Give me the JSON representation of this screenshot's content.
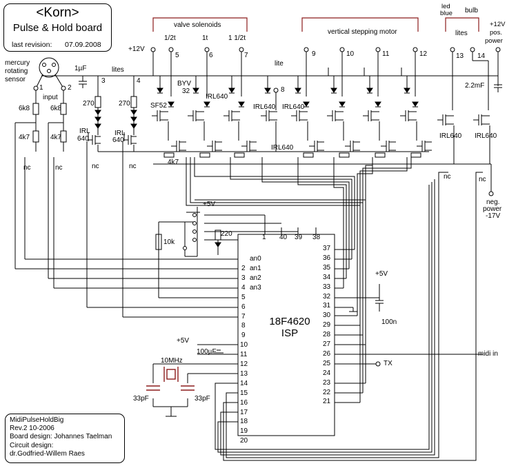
{
  "title": {
    "name": "<Korn>",
    "subtitle": "Pulse & Hold board",
    "revision_label": "last revision:",
    "revision_date": "07.09.2008"
  },
  "credits": {
    "board_name": "MidiPulseHoldBig",
    "rev": "Rev.2 10-2006",
    "board_design": "Board design:  Johannes Taelman",
    "circuit_label": "Circuit design:",
    "circuit_author": "dr.Godfried-Willem Raes"
  },
  "groups": {
    "valve": "valve solenoids",
    "motor": "vertical stepping motor",
    "lites": "lites"
  },
  "header_labels": {
    "p12v": "+12V",
    "c5": "5",
    "c6": "6",
    "c7": "7",
    "c9": "9",
    "c10": "10",
    "c11": "11",
    "c12": "12",
    "c13": "13",
    "c14": "14",
    "half": "1/2t",
    "one": "1t",
    "oneh": "1 1/2t",
    "led": "led",
    "blue": "blue",
    "bulb": "bulb",
    "pos_power_1": "+12V",
    "pos_power_2": "pos.",
    "pos_power_3": "power",
    "lites_top": "lites",
    "lite": "lite",
    "uf1": "1µF",
    "mercury_1": "mercury",
    "mercury_2": "rotating",
    "mercury_3": "sensor",
    "in1": "1",
    "in2": "2",
    "input": "input",
    "n3": "3",
    "n4": "4",
    "byv": "BYV",
    "byv32": "32",
    "c8": "8",
    "cap2200": "2.2mF"
  },
  "component_labels": {
    "r6k8": "6k8",
    "r4k7": "4k7",
    "r270": "270",
    "irl": "IRL",
    "irl640_short": "640",
    "irl640": "IRL640",
    "sf52": "SF52",
    "nc": "nc",
    "neg_power_1": "neg.",
    "neg_power_2": "power",
    "neg_power_3": "-17V",
    "plus5v": "+5V",
    "r10k": "10k",
    "r220": "220",
    "cap100n": "100n",
    "cap100uf": "100µF",
    "xtal": "10MHz",
    "c33pf": "33pF",
    "tx": "TX",
    "midi_in": "midi in"
  },
  "chip": {
    "name": "18F4620",
    "sub": "ISP",
    "top_pins": [
      "1",
      "40",
      "39",
      "38"
    ],
    "left_pins": [
      "2",
      "3",
      "4",
      "5",
      "6",
      "7",
      "8",
      "9",
      "10",
      "11",
      "12",
      "13",
      "14",
      "15",
      "16",
      "17",
      "18",
      "19",
      "20"
    ],
    "analog_labels": [
      "an0",
      "an1",
      "an2",
      "an3"
    ],
    "right_pins": [
      "37",
      "36",
      "35",
      "34",
      "33",
      "32",
      "31",
      "30",
      "29",
      "28",
      "27",
      "26",
      "25",
      "24",
      "23",
      "22",
      "21"
    ]
  },
  "colors": {
    "ink": "#000000",
    "group_bracket": "#8b1a1a",
    "crystal": "#8b1a1a"
  }
}
